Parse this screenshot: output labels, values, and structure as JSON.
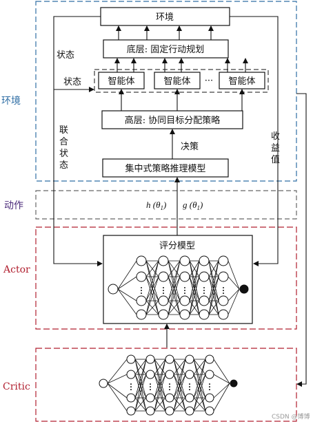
{
  "regions": {
    "env": "环境",
    "action": "动作",
    "actor": "Actor",
    "critic": "Critic"
  },
  "boxes": {
    "environment": "环境",
    "bottom_layer": "底层: 固定行动规划",
    "agent": "智能体",
    "agent_ellipsis": "···",
    "top_layer": "高层: 协同目标分配策略",
    "central_model": "集中式策略推理模型",
    "evaluation_model": "评分模型"
  },
  "labels": {
    "state_outer": "状态",
    "state_inner": "状态",
    "joint_state_1": "联",
    "joint_state_2": "合",
    "joint_state_3": "状",
    "joint_state_4": "态",
    "decision": "决策",
    "reward_1": "收",
    "reward_2": "益",
    "reward_3": "值",
    "h_theta": "h (θ",
    "h_sub": "1",
    "g_theta": "g (θ",
    "g_sub": "1",
    "close_paren": ")"
  },
  "colors": {
    "env_dash": "#2e6da4",
    "action_dash": "#666666",
    "actor_dash": "#b01e2e",
    "critic_dash": "#b01e2e",
    "env_text": "#2e6da4",
    "action_text": "#4b2a7a",
    "actor_text": "#b01e2e",
    "critic_text": "#b01e2e"
  },
  "watermark": "CSDN @博博"
}
